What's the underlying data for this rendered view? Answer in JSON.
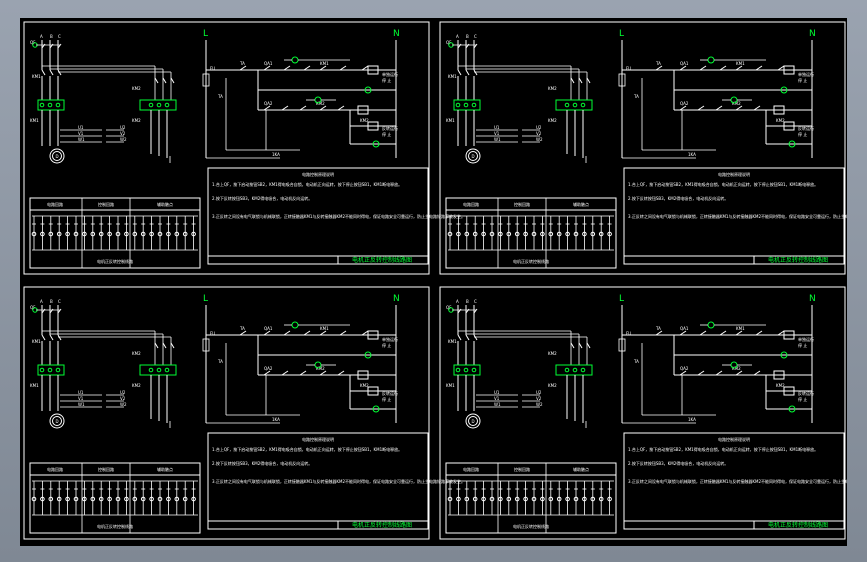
{
  "colors": {
    "background": "#000000",
    "wire": "#ffffff",
    "component": "#00ff33",
    "note_text": "#ffff00",
    "frame_outer": "#8a929e"
  },
  "sheets": [
    {
      "labels": {
        "phase_a": "A",
        "phase_b": "B",
        "phase_c": "C",
        "breaker": "QF",
        "contactor_1": "KM1",
        "contactor_2": "KM2",
        "terminal_1": "KM1",
        "terminal_2": "KM2",
        "u1": "U1",
        "v1": "V1",
        "w1": "W1",
        "u2": "U2",
        "v2": "V2",
        "w2": "W2",
        "motor": "D",
        "rail_left": "L",
        "rail_right": "N",
        "fuse": "FU",
        "ta": "TA",
        "qa1": "QA1",
        "qa2": "QA2",
        "km1_coil": "KM1",
        "km2_coil": "KM2",
        "run_note": "单独运行",
        "stop_note": "停 止",
        "reverse_note": "反转运行",
        "ka": "1KA"
      },
      "legend_title": "电路说明",
      "legend_col_1": "电路回路",
      "legend_col_2": "控制回路",
      "legend_col_3": "辅助触点",
      "diagram_caption": "电机正反转控制线路",
      "notes_title": "电路控制原理说明",
      "note_1": "1.合上QF，按下启动按钮SB2，KM1得电吸合自锁，电动机正向运转，按下停止按钮SB1，KM1断电释放。",
      "note_2": "2.按下反转按钮SB3，KM2得电吸合，电动机反向运转。",
      "note_3": "3.正反转之间设有电气联锁与机械联锁，正转接触器KM1与反转接触器KM2不能同时得电，保证电路安全可靠运行，防止主电路短路事故发生。",
      "title_block": "电机正反转控制线路图"
    },
    {
      "labels": {
        "phase_a": "A",
        "phase_b": "B",
        "phase_c": "C",
        "breaker": "QF",
        "contactor_1": "KM1",
        "contactor_2": "KM2",
        "terminal_1": "KM1",
        "terminal_2": "KM2",
        "u1": "U1",
        "v1": "V1",
        "w1": "W1",
        "u2": "U2",
        "v2": "V2",
        "w2": "W2",
        "motor": "D",
        "rail_left": "L",
        "rail_right": "N",
        "fuse": "FU",
        "ta": "TA",
        "qa1": "QA1",
        "qa2": "QA2",
        "km1_coil": "KM1",
        "km2_coil": "KM2",
        "run_note": "单独运行",
        "stop_note": "停 止",
        "reverse_note": "反转运行",
        "ka": "1KA"
      },
      "legend_title": "电路说明",
      "legend_col_1": "电路回路",
      "legend_col_2": "控制回路",
      "legend_col_3": "辅助触点",
      "diagram_caption": "电机正反转控制线路",
      "notes_title": "电路控制原理说明",
      "note_1": "1.合上QF，按下启动按钮SB2，KM1得电吸合自锁，电动机正向运转，按下停止按钮SB1，KM1断电释放。",
      "note_2": "2.按下反转按钮SB3，KM2得电吸合，电动机反向运转。",
      "note_3": "3.正反转之间设有电气联锁与机械联锁，正转接触器KM1与反转接触器KM2不能同时得电，保证电路安全可靠运行，防止主电路短路事故发生。",
      "title_block": "电机正反转控制线路图"
    },
    {
      "labels": {
        "phase_a": "A",
        "phase_b": "B",
        "phase_c": "C",
        "breaker": "QF",
        "contactor_1": "KM1",
        "contactor_2": "KM2",
        "terminal_1": "KM1",
        "terminal_2": "KM2",
        "u1": "U1",
        "v1": "V1",
        "w1": "W1",
        "u2": "U2",
        "v2": "V2",
        "w2": "W2",
        "motor": "D",
        "rail_left": "L",
        "rail_right": "N",
        "fuse": "FU",
        "ta": "TA",
        "qa1": "QA1",
        "qa2": "QA2",
        "km1_coil": "KM1",
        "km2_coil": "KM2",
        "run_note": "单独运行",
        "stop_note": "停 止",
        "reverse_note": "反转运行",
        "ka": "1KA"
      },
      "legend_title": "电路说明",
      "legend_col_1": "电路回路",
      "legend_col_2": "控制回路",
      "legend_col_3": "辅助触点",
      "diagram_caption": "电机正反转控制线路",
      "notes_title": "电路控制原理说明",
      "note_1": "1.合上QF，按下启动按钮SB2，KM1得电吸合自锁，电动机正向运转，按下停止按钮SB1，KM1断电释放。",
      "note_2": "2.按下反转按钮SB3，KM2得电吸合，电动机反向运转。",
      "note_3": "3.正反转之间设有电气联锁与机械联锁，正转接触器KM1与反转接触器KM2不能同时得电，保证电路安全可靠运行，防止主电路短路事故发生。",
      "title_block": "电机正反转控制线路图"
    },
    {
      "labels": {
        "phase_a": "A",
        "phase_b": "B",
        "phase_c": "C",
        "breaker": "QF",
        "contactor_1": "KM1",
        "contactor_2": "KM2",
        "terminal_1": "KM1",
        "terminal_2": "KM2",
        "u1": "U1",
        "v1": "V1",
        "w1": "W1",
        "u2": "U2",
        "v2": "V2",
        "w2": "W2",
        "motor": "D",
        "rail_left": "L",
        "rail_right": "N",
        "fuse": "FU",
        "ta": "TA",
        "qa1": "QA1",
        "qa2": "QA2",
        "km1_coil": "KM1",
        "km2_coil": "KM2",
        "run_note": "单独运行",
        "stop_note": "停 止",
        "reverse_note": "反转运行",
        "ka": "1KA"
      },
      "legend_title": "电路说明",
      "legend_col_1": "电路回路",
      "legend_col_2": "控制回路",
      "legend_col_3": "辅助触点",
      "diagram_caption": "电机正反转控制线路",
      "notes_title": "电路控制原理说明",
      "note_1": "1.合上QF，按下启动按钮SB2，KM1得电吸合自锁，电动机正向运转，按下停止按钮SB1，KM1断电释放。",
      "note_2": "2.按下反转按钮SB3，KM2得电吸合，电动机反向运转。",
      "note_3": "3.正反转之间设有电气联锁与机械联锁，正转接触器KM1与反转接触器KM2不能同时得电，保证电路安全可靠运行，防止主电路短路事故发生。",
      "title_block": "电机正反转控制线路图"
    }
  ]
}
